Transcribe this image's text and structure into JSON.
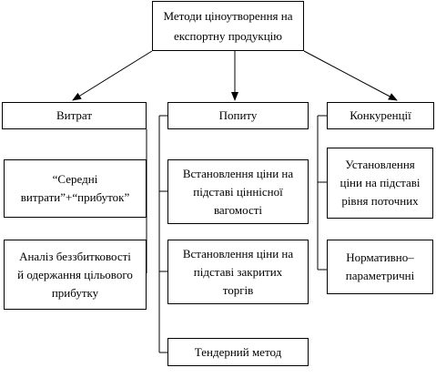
{
  "root": {
    "line1": "Методи ціноутворення на",
    "line2": "експортну продукцію"
  },
  "categories": {
    "costs": "Витрат",
    "demand": "Попиту",
    "competition": "Конкуренції"
  },
  "costs_methods": [
    {
      "line1": "“Середні",
      "line2": "витрати”+“прибуток”"
    },
    {
      "line1": "Аналіз беззбитковості",
      "line2": "й одержання цільового",
      "line3": "прибутку"
    }
  ],
  "demand_methods": [
    {
      "line1": "Встановлення ціни на",
      "line2": "підставі ціннісної",
      "line3": "вагомості"
    },
    {
      "line1": "Встановлення ціни на",
      "line2": "підставі закритих",
      "line3": "торгів"
    },
    {
      "line1": "Тендерний метод"
    }
  ],
  "competition_methods": [
    {
      "line1": "Установлення",
      "line2": "ціни на підставі",
      "line3": "рівня поточних"
    },
    {
      "line1": "Нормативно–",
      "line2": "параметричні"
    }
  ]
}
